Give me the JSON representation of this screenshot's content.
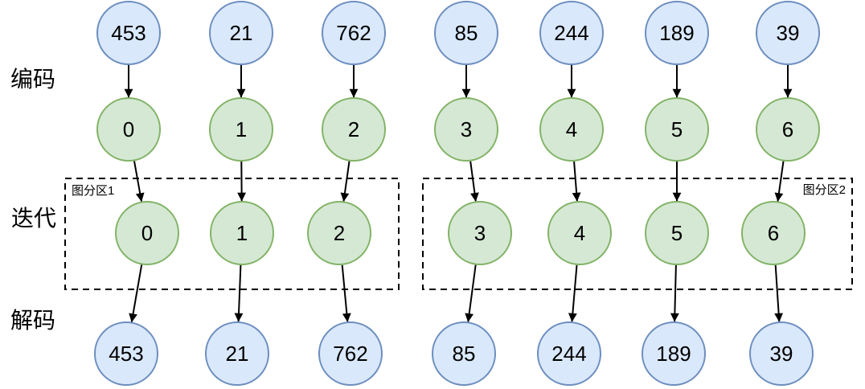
{
  "diagram": {
    "stage_labels": {
      "encode": "编码",
      "iterate": "迭代",
      "decode": "解码"
    },
    "partitions": [
      {
        "label": "图分区1",
        "member_ids": [
          "0",
          "1",
          "2"
        ]
      },
      {
        "label": "图分区2",
        "member_ids": [
          "3",
          "4",
          "5",
          "6"
        ]
      }
    ],
    "node_rows": [
      {
        "id": "encode-input",
        "type": "value",
        "values": [
          "453",
          "21",
          "762",
          "85",
          "244",
          "189",
          "39"
        ]
      },
      {
        "id": "encoded-id",
        "type": "id",
        "values": [
          "0",
          "1",
          "2",
          "3",
          "4",
          "5",
          "6"
        ]
      },
      {
        "id": "iterated-id",
        "type": "id",
        "values": [
          "0",
          "1",
          "2",
          "3",
          "4",
          "5",
          "6"
        ]
      },
      {
        "id": "decode-output",
        "type": "value",
        "values": [
          "453",
          "21",
          "762",
          "85",
          "244",
          "189",
          "39"
        ]
      }
    ],
    "colors": {
      "value_node_fill": "#dae8fc",
      "value_node_stroke": "#6c8ebf",
      "id_node_fill": "#d5e8d4",
      "id_node_stroke": "#82b366",
      "arrow": "#000000",
      "partition_border": "#000000",
      "text": "#000000",
      "background": "#ffffff"
    }
  }
}
